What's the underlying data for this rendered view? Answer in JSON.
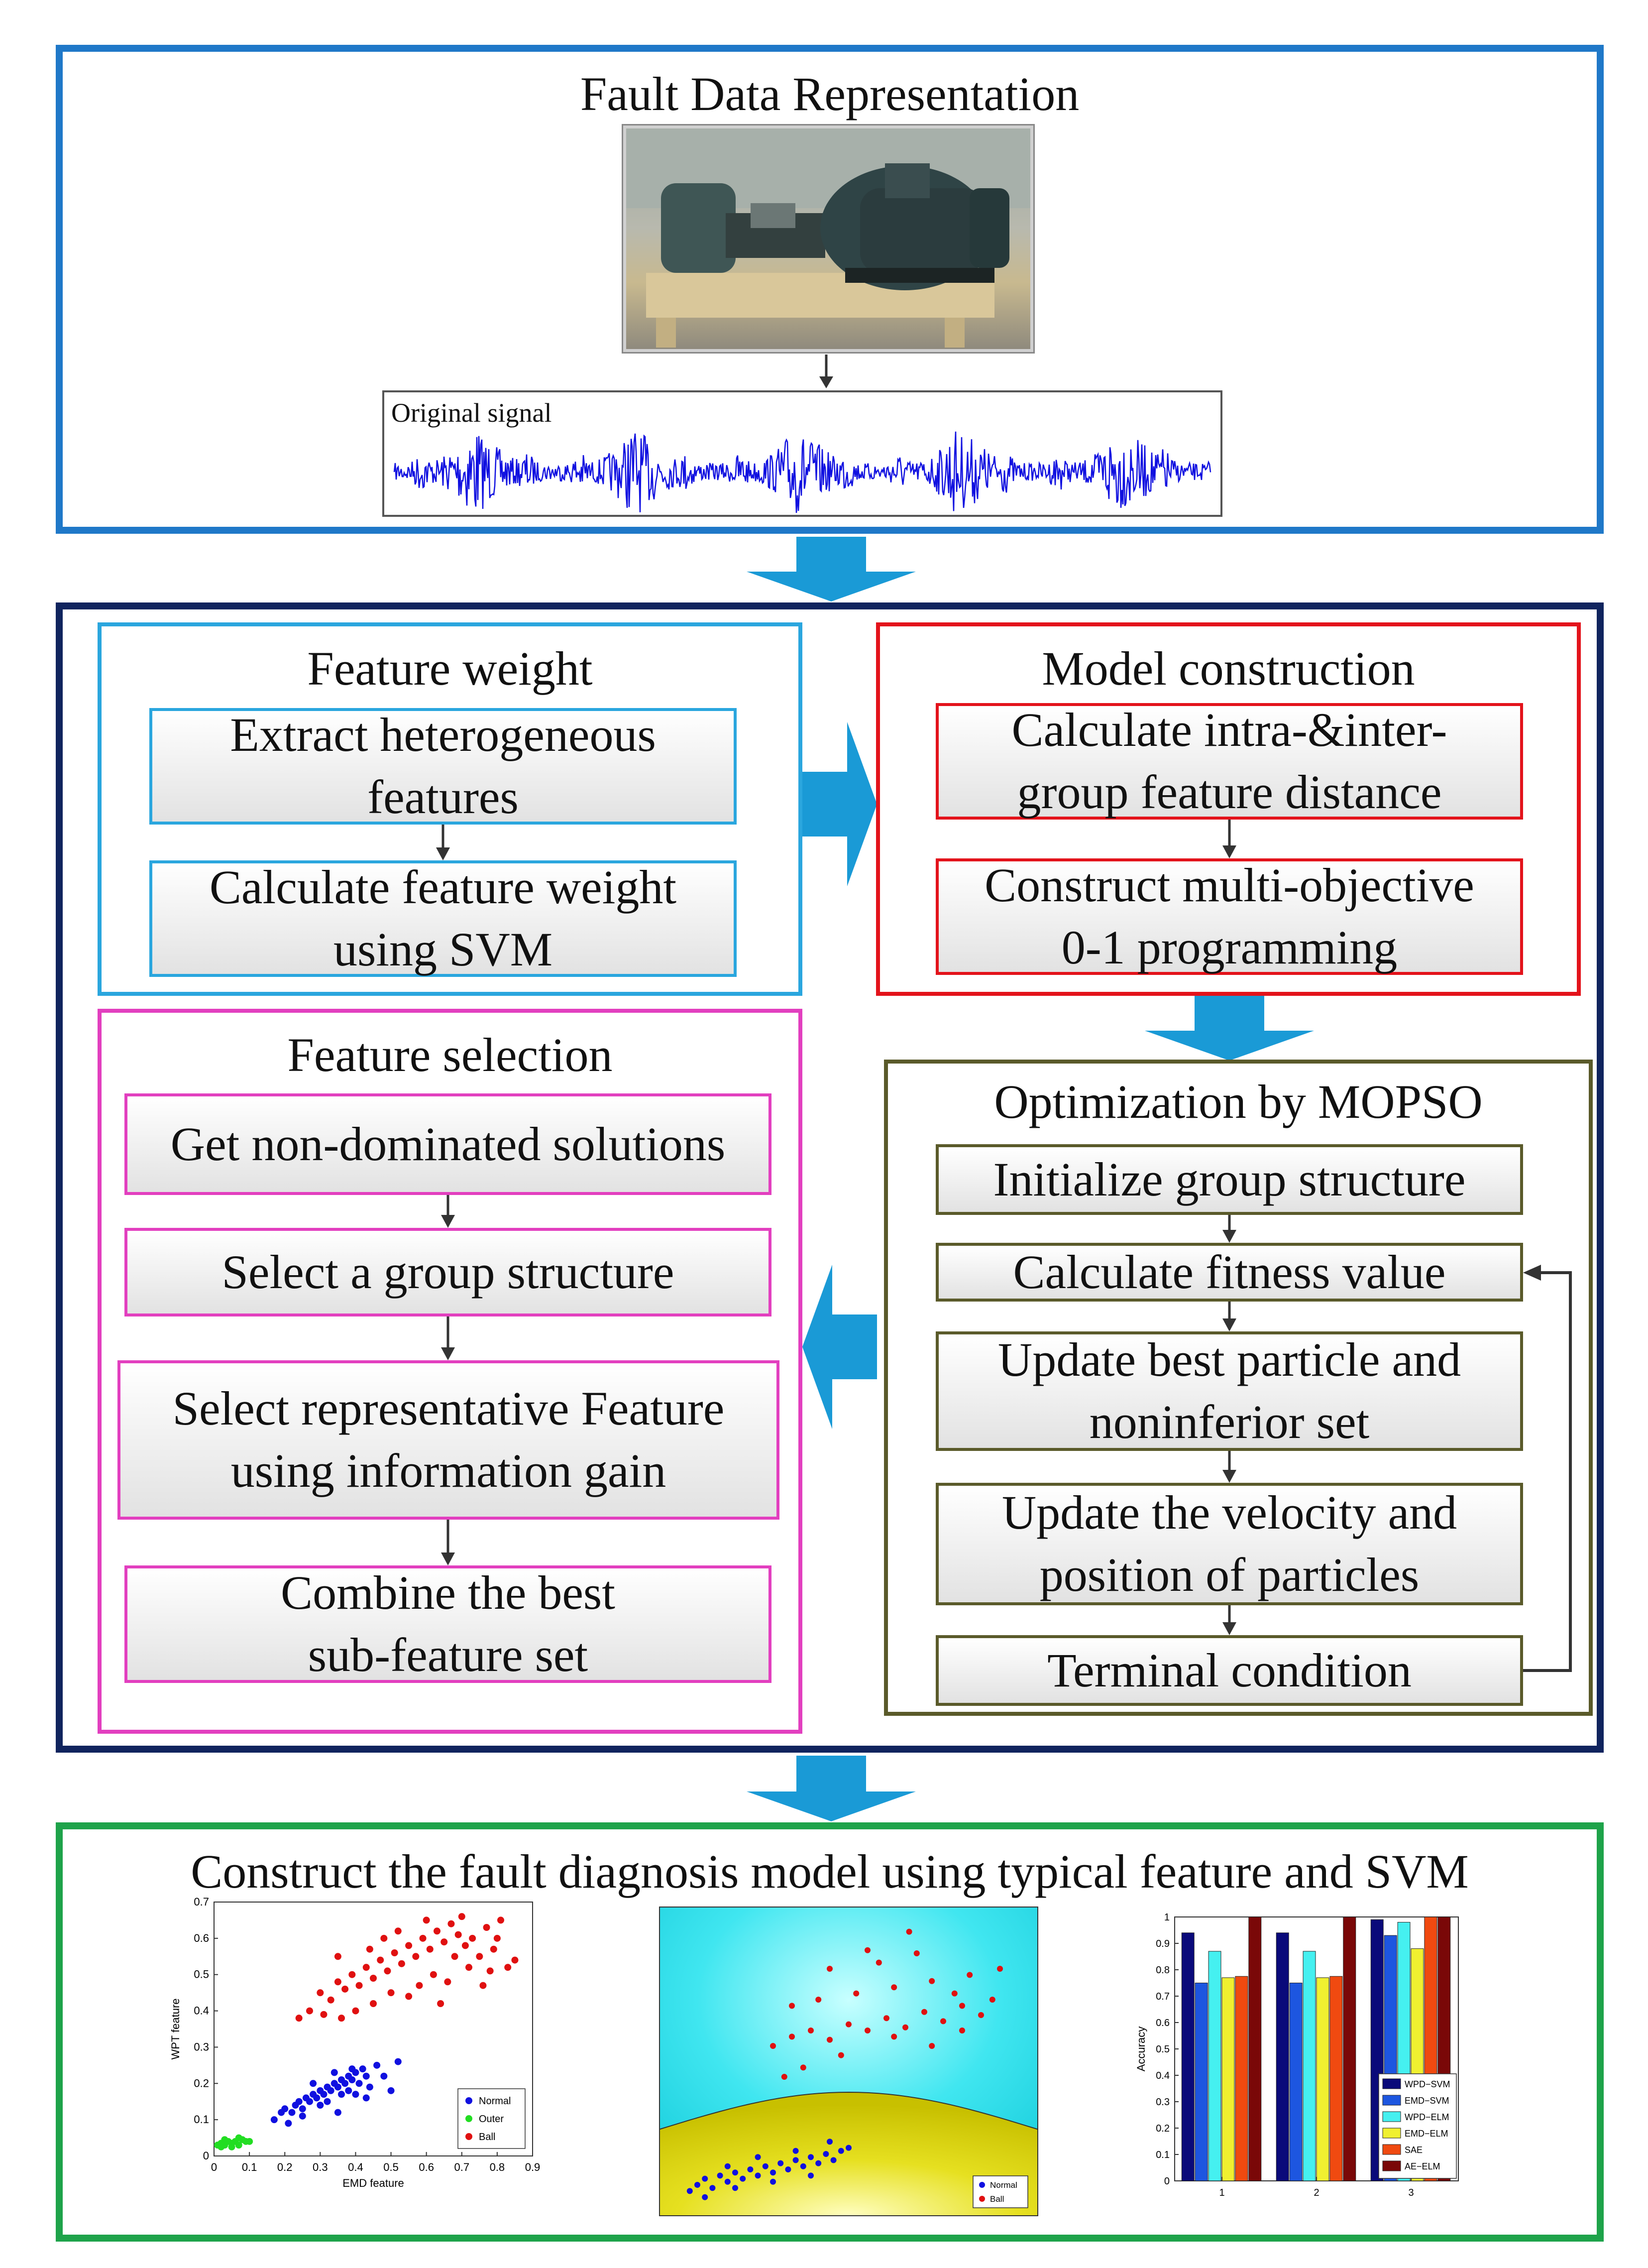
{
  "top": {
    "title": "Fault Data Representation",
    "signal_label": "Original signal"
  },
  "feature_weight": {
    "title": "Feature weight",
    "box1": [
      "Extract heterogeneous",
      "features"
    ],
    "box2": [
      "Calculate feature weight",
      "using SVM"
    ]
  },
  "model_construction": {
    "title": "Model construction",
    "box1": [
      "Calculate intra-&inter-",
      "group feature distance"
    ],
    "box2": [
      "Construct multi-objective",
      "0-1 programming"
    ]
  },
  "feature_selection": {
    "title": "Feature selection",
    "box1": [
      "Get non-dominated solutions"
    ],
    "box2": [
      "Select a group structure"
    ],
    "box3": [
      "Select representative Feature",
      "using information gain"
    ],
    "box4": [
      "Combine the best",
      "sub-feature set"
    ]
  },
  "optimization": {
    "title": "Optimization by MOPSO",
    "box1": [
      "Initialize group structure"
    ],
    "box2": [
      "Calculate fitness value"
    ],
    "box3": [
      "Update best particle and",
      "noninferior set"
    ],
    "box4": [
      "Update the velocity and",
      "position of particles"
    ],
    "box5": [
      "Terminal condition"
    ]
  },
  "bottom": {
    "title": "Construct the fault diagnosis model using typical feature and SVM"
  },
  "colors": {
    "top_frame": "#1f78c8",
    "middle_frame": "#10245e",
    "bottom_frame": "#1ea34a",
    "feature_weight": "#2aa6de",
    "model_construction": "#e3131b",
    "feature_selection": "#e23fbf",
    "optimization": "#5a5a2a",
    "big_arrow": "#1a9ad6"
  },
  "chart_data": [
    {
      "type": "scatter",
      "xlabel": "EMD feature",
      "ylabel": "WPT feature",
      "xlim": [
        0,
        0.9
      ],
      "ylim": [
        0,
        0.7
      ],
      "x_ticks": [
        "0",
        "0.1",
        "0.2",
        "0.3",
        "0.4",
        "0.5",
        "0.6",
        "0.7",
        "0.8",
        "0.9"
      ],
      "y_ticks": [
        "0",
        "0.1",
        "0.2",
        "0.3",
        "0.4",
        "0.5",
        "0.6",
        "0.7"
      ],
      "legend_placement": "bottom-right",
      "series": [
        {
          "name": "Normal",
          "color": "#1010e0",
          "points": [
            [
              0.17,
              0.1
            ],
            [
              0.19,
              0.12
            ],
            [
              0.2,
              0.13
            ],
            [
              0.22,
              0.12
            ],
            [
              0.23,
              0.14
            ],
            [
              0.24,
              0.15
            ],
            [
              0.25,
              0.13
            ],
            [
              0.26,
              0.16
            ],
            [
              0.27,
              0.15
            ],
            [
              0.28,
              0.17
            ],
            [
              0.29,
              0.16
            ],
            [
              0.3,
              0.18
            ],
            [
              0.31,
              0.17
            ],
            [
              0.32,
              0.19
            ],
            [
              0.33,
              0.18
            ],
            [
              0.34,
              0.2
            ],
            [
              0.35,
              0.19
            ],
            [
              0.36,
              0.21
            ],
            [
              0.37,
              0.2
            ],
            [
              0.38,
              0.22
            ],
            [
              0.39,
              0.21
            ],
            [
              0.4,
              0.23
            ],
            [
              0.41,
              0.2
            ],
            [
              0.42,
              0.24
            ],
            [
              0.43,
              0.22
            ],
            [
              0.44,
              0.19
            ],
            [
              0.3,
              0.14
            ],
            [
              0.32,
              0.15
            ],
            [
              0.36,
              0.17
            ],
            [
              0.38,
              0.18
            ],
            [
              0.28,
              0.2
            ],
            [
              0.34,
              0.23
            ],
            [
              0.4,
              0.17
            ],
            [
              0.25,
              0.11
            ],
            [
              0.21,
              0.09
            ],
            [
              0.46,
              0.25
            ],
            [
              0.48,
              0.22
            ],
            [
              0.52,
              0.26
            ],
            [
              0.5,
              0.18
            ],
            [
              0.35,
              0.12
            ],
            [
              0.43,
              0.16
            ],
            [
              0.39,
              0.24
            ]
          ]
        },
        {
          "name": "Outer",
          "color": "#22dd22",
          "points": [
            [
              0.01,
              0.03
            ],
            [
              0.02,
              0.035
            ],
            [
              0.03,
              0.03
            ],
            [
              0.04,
              0.04
            ],
            [
              0.05,
              0.035
            ],
            [
              0.06,
              0.04
            ],
            [
              0.07,
              0.03
            ],
            [
              0.08,
              0.045
            ],
            [
              0.09,
              0.04
            ],
            [
              0.03,
              0.045
            ],
            [
              0.05,
              0.025
            ],
            [
              0.07,
              0.05
            ],
            [
              0.02,
              0.025
            ],
            [
              0.1,
              0.04
            ]
          ]
        },
        {
          "name": "Ball",
          "color": "#e01010",
          "points": [
            [
              0.24,
              0.38
            ],
            [
              0.27,
              0.4
            ],
            [
              0.3,
              0.45
            ],
            [
              0.33,
              0.43
            ],
            [
              0.35,
              0.48
            ],
            [
              0.37,
              0.46
            ],
            [
              0.39,
              0.5
            ],
            [
              0.41,
              0.47
            ],
            [
              0.43,
              0.52
            ],
            [
              0.45,
              0.49
            ],
            [
              0.47,
              0.54
            ],
            [
              0.49,
              0.51
            ],
            [
              0.51,
              0.56
            ],
            [
              0.53,
              0.53
            ],
            [
              0.55,
              0.58
            ],
            [
              0.57,
              0.55
            ],
            [
              0.59,
              0.6
            ],
            [
              0.61,
              0.57
            ],
            [
              0.63,
              0.62
            ],
            [
              0.65,
              0.59
            ],
            [
              0.67,
              0.64
            ],
            [
              0.69,
              0.61
            ],
            [
              0.71,
              0.58
            ],
            [
              0.73,
              0.6
            ],
            [
              0.75,
              0.55
            ],
            [
              0.77,
              0.63
            ],
            [
              0.79,
              0.57
            ],
            [
              0.81,
              0.65
            ],
            [
              0.83,
              0.52
            ],
            [
              0.85,
              0.54
            ],
            [
              0.6,
              0.65
            ],
            [
              0.7,
              0.66
            ],
            [
              0.5,
              0.45
            ],
            [
              0.55,
              0.44
            ],
            [
              0.45,
              0.42
            ],
            [
              0.4,
              0.4
            ],
            [
              0.36,
              0.38
            ],
            [
              0.62,
              0.5
            ],
            [
              0.66,
              0.48
            ],
            [
              0.72,
              0.52
            ],
            [
              0.58,
              0.47
            ],
            [
              0.64,
              0.42
            ],
            [
              0.52,
              0.62
            ],
            [
              0.48,
              0.6
            ],
            [
              0.44,
              0.57
            ],
            [
              0.76,
              0.47
            ],
            [
              0.8,
              0.6
            ],
            [
              0.35,
              0.55
            ],
            [
              0.31,
              0.39
            ],
            [
              0.68,
              0.55
            ],
            [
              0.78,
              0.51
            ]
          ]
        }
      ]
    },
    {
      "type": "scatter",
      "legend_placement": "bottom-right",
      "series": [
        {
          "name": "Normal",
          "color": "#1010e0",
          "points": [
            [
              0.08,
              0.08
            ],
            [
              0.1,
              0.1
            ],
            [
              0.12,
              0.12
            ],
            [
              0.14,
              0.09
            ],
            [
              0.16,
              0.13
            ],
            [
              0.18,
              0.11
            ],
            [
              0.2,
              0.14
            ],
            [
              0.22,
              0.12
            ],
            [
              0.24,
              0.15
            ],
            [
              0.26,
              0.13
            ],
            [
              0.28,
              0.16
            ],
            [
              0.3,
              0.14
            ],
            [
              0.32,
              0.17
            ],
            [
              0.34,
              0.15
            ],
            [
              0.36,
              0.18
            ],
            [
              0.38,
              0.16
            ],
            [
              0.4,
              0.19
            ],
            [
              0.42,
              0.17
            ],
            [
              0.44,
              0.2
            ],
            [
              0.46,
              0.18
            ],
            [
              0.48,
              0.21
            ],
            [
              0.5,
              0.22
            ],
            [
              0.12,
              0.06
            ],
            [
              0.2,
              0.09
            ],
            [
              0.3,
              0.11
            ],
            [
              0.36,
              0.21
            ],
            [
              0.26,
              0.19
            ],
            [
              0.18,
              0.16
            ],
            [
              0.4,
              0.13
            ],
            [
              0.45,
              0.24
            ]
          ]
        },
        {
          "name": "Ball",
          "color": "#e01010",
          "points": [
            [
              0.3,
              0.55
            ],
            [
              0.35,
              0.58
            ],
            [
              0.4,
              0.6
            ],
            [
              0.45,
              0.57
            ],
            [
              0.5,
              0.62
            ],
            [
              0.55,
              0.6
            ],
            [
              0.6,
              0.64
            ],
            [
              0.65,
              0.61
            ],
            [
              0.7,
              0.66
            ],
            [
              0.75,
              0.63
            ],
            [
              0.8,
              0.68
            ],
            [
              0.85,
              0.65
            ],
            [
              0.42,
              0.7
            ],
            [
              0.52,
              0.72
            ],
            [
              0.62,
              0.74
            ],
            [
              0.72,
              0.76
            ],
            [
              0.82,
              0.78
            ],
            [
              0.58,
              0.82
            ],
            [
              0.68,
              0.85
            ],
            [
              0.48,
              0.52
            ],
            [
              0.38,
              0.48
            ],
            [
              0.78,
              0.72
            ],
            [
              0.88,
              0.7
            ],
            [
              0.35,
              0.68
            ],
            [
              0.9,
              0.8
            ],
            [
              0.66,
              0.92
            ],
            [
              0.55,
              0.86
            ],
            [
              0.45,
              0.8
            ],
            [
              0.72,
              0.55
            ],
            [
              0.62,
              0.58
            ],
            [
              0.8,
              0.6
            ],
            [
              0.33,
              0.45
            ]
          ]
        }
      ]
    },
    {
      "type": "bar",
      "ylabel": "Accuracy",
      "ylim": [
        0,
        1
      ],
      "y_ticks": [
        "0",
        "0.1",
        "0.2",
        "0.3",
        "0.4",
        "0.5",
        "0.6",
        "0.7",
        "0.8",
        "0.9",
        "1"
      ],
      "categories": [
        "1",
        "2",
        "3"
      ],
      "legend_placement": "bottom-right",
      "series": [
        {
          "name": "WPD−SVM",
          "color": "#0a0a7a",
          "values": [
            0.94,
            0.94,
            0.99
          ]
        },
        {
          "name": "EMD−SVM",
          "color": "#1d56e0",
          "values": [
            0.75,
            0.75,
            0.93
          ]
        },
        {
          "name": "WPD−ELM",
          "color": "#45f0f0",
          "values": [
            0.87,
            0.87,
            0.98
          ]
        },
        {
          "name": "EMD−ELM",
          "color": "#f0f030",
          "values": [
            0.77,
            0.77,
            0.88
          ]
        },
        {
          "name": "SAE",
          "color": "#f04a10",
          "values": [
            0.775,
            0.775,
            1.0
          ]
        },
        {
          "name": "AE−ELM",
          "color": "#7a0808",
          "values": [
            1.0,
            1.0,
            1.0
          ]
        }
      ]
    }
  ]
}
